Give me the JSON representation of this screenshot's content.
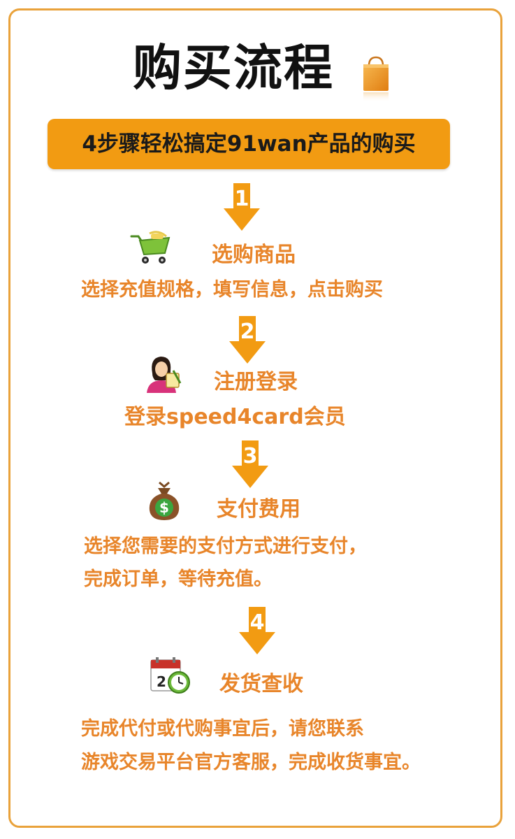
{
  "header": {
    "title": "购买流程",
    "bag_icon": "shopping-bag-icon"
  },
  "banner": {
    "text": "4步骤轻松搞定91wan产品的购买"
  },
  "colors": {
    "accent": "#f29b12",
    "step_text": "#e8852a",
    "frame": "#e9a23b"
  },
  "steps": [
    {
      "number": "1",
      "icon": "shopping-cart-icon",
      "title": "选购商品",
      "desc_lines": [
        "选择充值规格，填写信息，点击购买"
      ]
    },
    {
      "number": "2",
      "icon": "user-register-icon",
      "title": "注册登录",
      "desc_lines": [
        "登录speed4card会员"
      ]
    },
    {
      "number": "3",
      "icon": "money-bag-icon",
      "title": "支付费用",
      "desc_lines": [
        "选择您需要的支付方式进行支付，",
        "完成订单，等待充值。"
      ]
    },
    {
      "number": "4",
      "icon": "calendar-clock-icon",
      "title": "发货查收",
      "desc_lines": [
        "完成代付或代购事宜后，请您联系",
        "游戏交易平台官方客服，完成收货事宜。"
      ]
    }
  ]
}
